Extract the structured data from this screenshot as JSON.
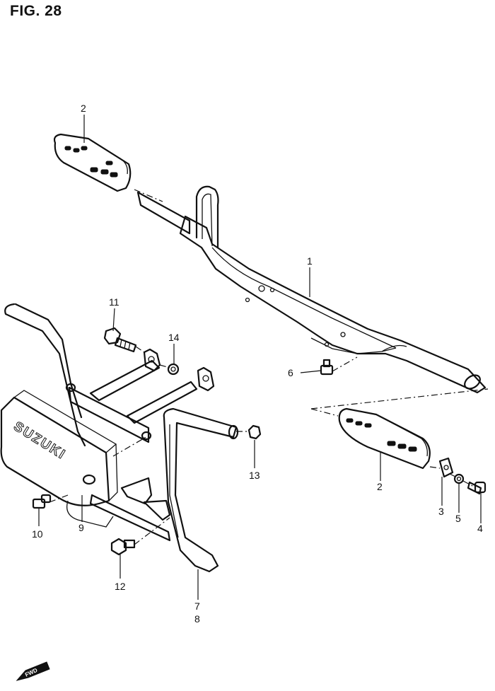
{
  "figure": {
    "title": "FIG. 28"
  },
  "callouts": {
    "c1": "1",
    "c2a": "2",
    "c2b": "2",
    "c3": "3",
    "c4": "4",
    "c5": "5",
    "c6": "6",
    "c7": "7",
    "c8": "8",
    "c9": "9",
    "c10": "10",
    "c11": "11",
    "c12": "12",
    "c13": "13",
    "c14": "14"
  },
  "muffler_cover": {
    "brand": "SUZUKI"
  },
  "direction_marker": {
    "label": "FWD"
  }
}
